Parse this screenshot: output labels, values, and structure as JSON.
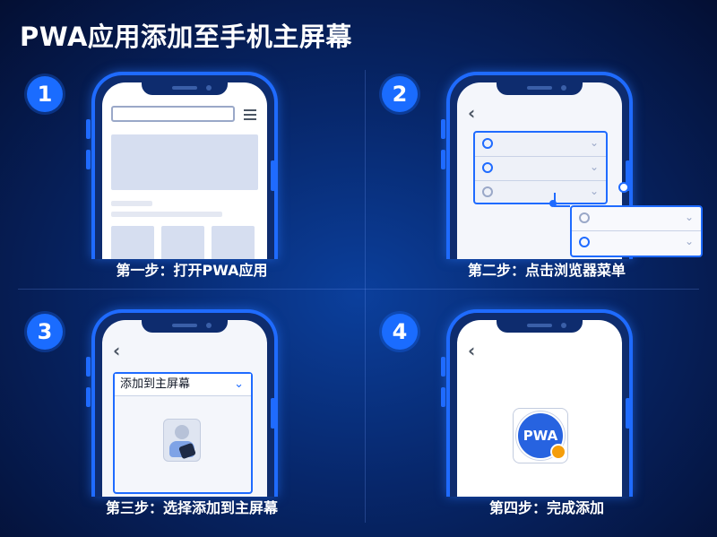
{
  "title": "PWA应用添加至手机主屏幕",
  "steps": [
    {
      "number": "1",
      "caption": "第一步：打开PWA应用"
    },
    {
      "number": "2",
      "caption": "第二步：点击浏览器菜单"
    },
    {
      "number": "3",
      "caption": "第三步：选择添加到主屏幕"
    },
    {
      "number": "4",
      "caption": "第四步：完成添加"
    }
  ],
  "step3": {
    "dropdown_label": "添加到主屏幕"
  },
  "step4": {
    "icon_text": "PWA"
  },
  "colors": {
    "accent": "#1f6bff",
    "background": "#07276b",
    "badge": "#1a6cff"
  }
}
